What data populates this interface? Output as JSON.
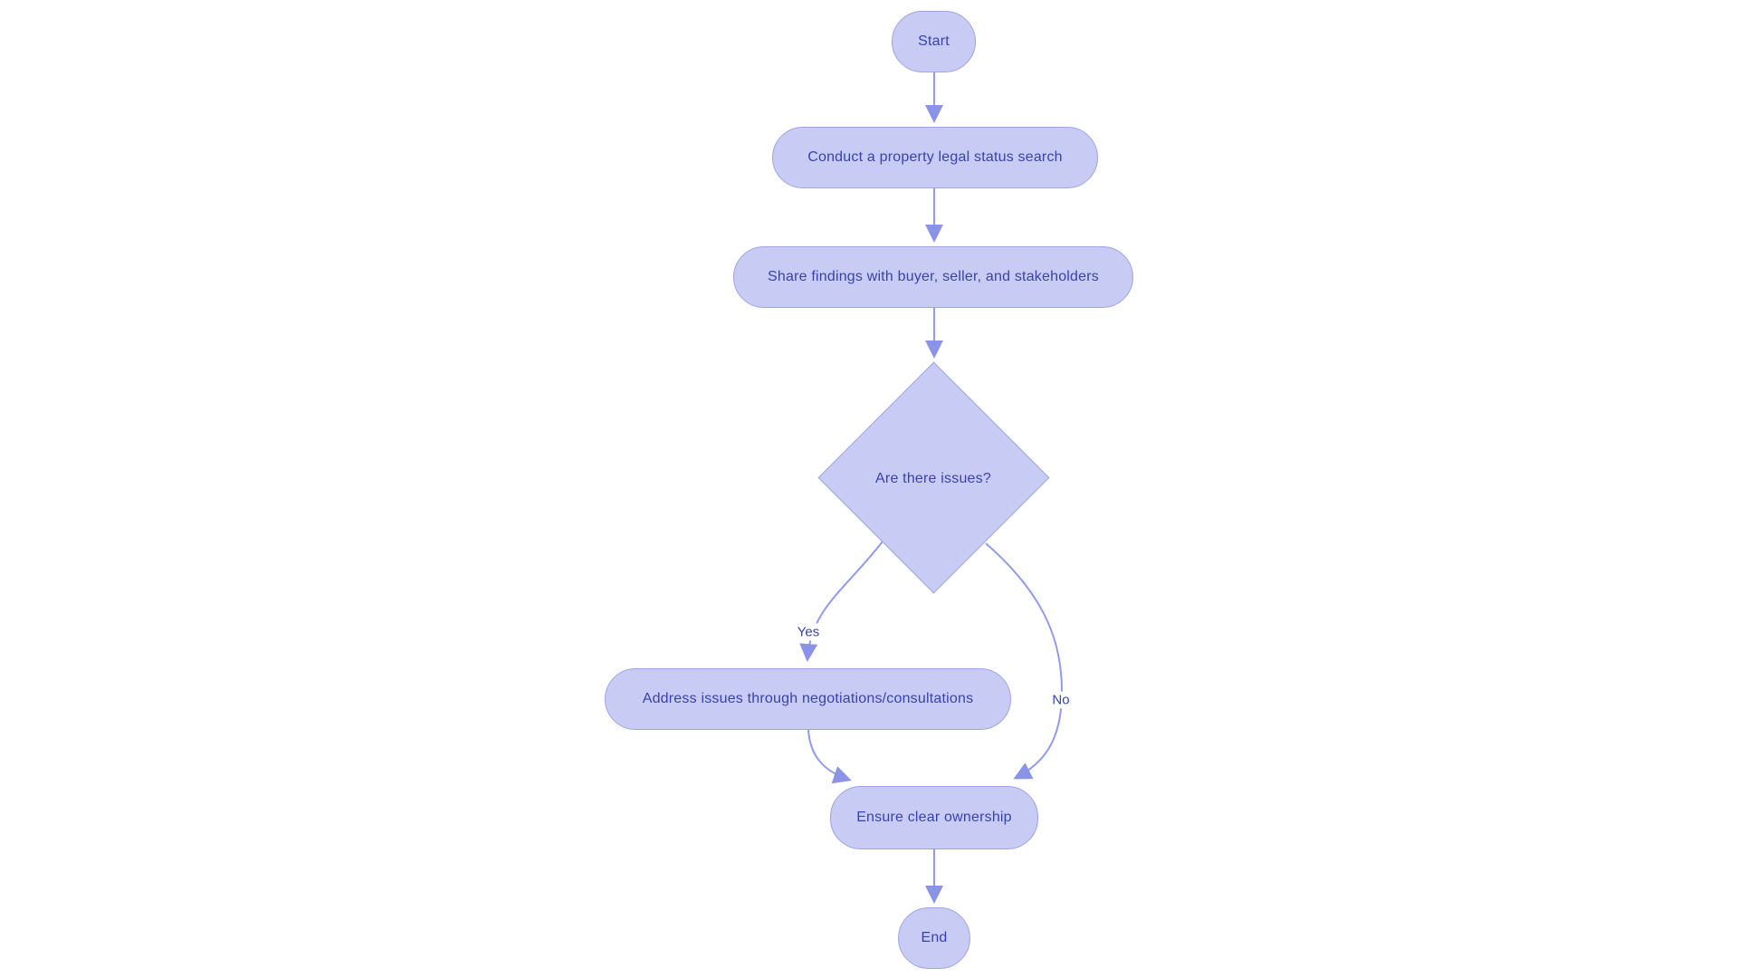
{
  "diagram": {
    "type": "flowchart",
    "direction": "top-down",
    "colors": {
      "background": "#ffffff",
      "node_fill": "#c8cbf3",
      "node_border": "#9da4e9",
      "node_text": "#3843ae",
      "edge_stroke": "#929af0",
      "arrowhead_fill": "#8b93e9",
      "edge_label_text": "#3843ae",
      "edge_label_background": "#ffffff"
    },
    "nodes": {
      "start": {
        "label": "Start",
        "shape": "stadium"
      },
      "search": {
        "label": "Conduct a property legal status search",
        "shape": "stadium"
      },
      "share": {
        "label": "Share findings with buyer, seller, and stakeholders",
        "shape": "stadium"
      },
      "decision": {
        "label": "Are there issues?",
        "shape": "diamond"
      },
      "address": {
        "label": "Address issues through negotiations/consultations",
        "shape": "stadium"
      },
      "ensure": {
        "label": "Ensure clear ownership",
        "shape": "stadium"
      },
      "end": {
        "label": "End",
        "shape": "stadium"
      }
    },
    "edges": [
      {
        "from": "start",
        "to": "search",
        "label": ""
      },
      {
        "from": "search",
        "to": "share",
        "label": ""
      },
      {
        "from": "share",
        "to": "decision",
        "label": ""
      },
      {
        "from": "decision",
        "to": "address",
        "label": "Yes"
      },
      {
        "from": "decision",
        "to": "ensure",
        "label": "No"
      },
      {
        "from": "address",
        "to": "ensure",
        "label": ""
      },
      {
        "from": "ensure",
        "to": "end",
        "label": ""
      }
    ]
  }
}
